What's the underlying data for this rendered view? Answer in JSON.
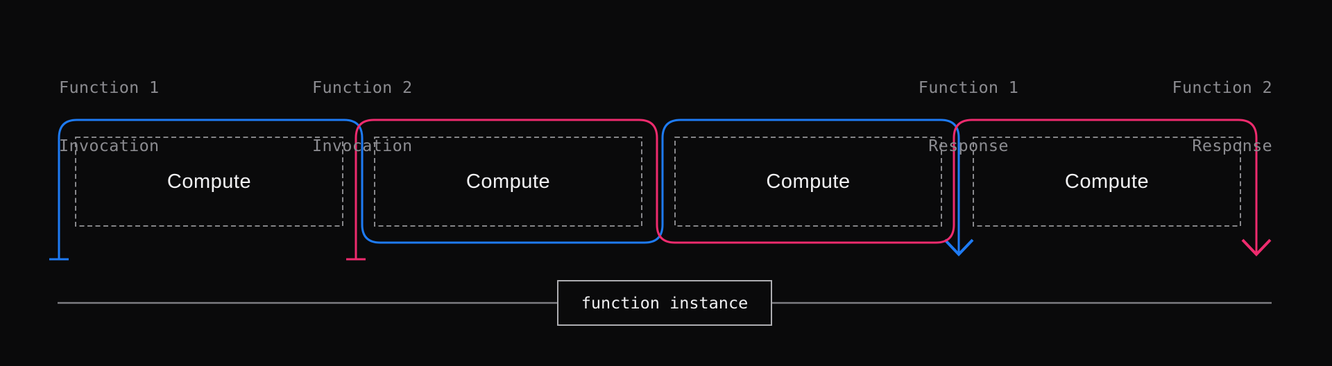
{
  "diagram": {
    "labels": {
      "f1_invocation": {
        "line1": "Function 1",
        "line2": "Invocation"
      },
      "f2_invocation": {
        "line1": "Function 2",
        "line2": "Invocation"
      },
      "f1_response": {
        "line1": "Function 1",
        "line2": "Response"
      },
      "f2_response": {
        "line1": "Function 2",
        "line2": "Response"
      }
    },
    "compute_boxes": [
      "Compute",
      "Compute",
      "Compute",
      "Compute"
    ],
    "timeline_label": "function instance",
    "colors": {
      "function1_blue": "#1e7bf4",
      "function2_pink": "#ee2b6e",
      "dashed_box_gray": "#97979b",
      "timeline_gray": "#7d7d82",
      "label_gray": "#8b8b90",
      "compute_text": "#f2f2f4",
      "background": "#0a0a0b"
    }
  }
}
